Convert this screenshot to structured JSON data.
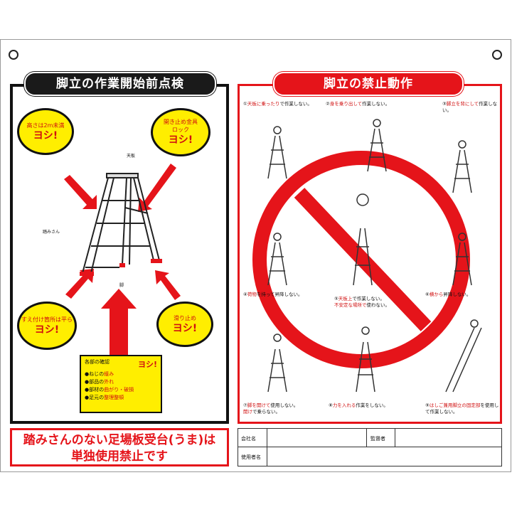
{
  "left_title": "脚立の作業開始前点検",
  "right_title": "脚立の禁止動作",
  "bubbles": {
    "top_left": {
      "line1": "高さは",
      "line1_num": "2m未満",
      "yoshi": "ヨシ!"
    },
    "top_right": {
      "line1": "開き止め金具",
      "line2": "ロック",
      "yoshi": "ヨシ!"
    },
    "bottom_left": {
      "line1": "すえ付け箇所は平ら",
      "yoshi": "ヨシ!"
    },
    "bottom_right": {
      "line1": "滑り止め",
      "yoshi": "ヨシ!"
    }
  },
  "ladder_labels": {
    "top": "天板",
    "step": "踏みさん",
    "foot": "脚"
  },
  "checklist": {
    "heading": "各部の確認",
    "yoshi": "ヨシ!",
    "items": [
      {
        "prefix": "●ねじの",
        "red": "緩み"
      },
      {
        "prefix": "●部品の",
        "red": "外れ"
      },
      {
        "prefix": "●部材の",
        "red": "曲がり・破損"
      },
      {
        "prefix": "●足元の",
        "red": "整理整頓"
      }
    ]
  },
  "bottom_warning": {
    "line1": "踏みさんのない足場板受台(うま)は",
    "line2": "単独使用禁止です"
  },
  "prohibitions": [
    {
      "num": "①",
      "red": "天板に乗ったり",
      "text": "で作業しない。"
    },
    {
      "num": "②",
      "red": "身を乗り出して",
      "text": "作業しない。"
    },
    {
      "num": "③",
      "red": "脚立を背にして",
      "text": "作業しない。"
    },
    {
      "num": "④",
      "red": "荷物",
      "text": "を持って昇降しない。"
    },
    {
      "num": "⑤",
      "red": "天板上",
      "text": "で作業しない。",
      "extra_red": "不安定な場所で",
      "extra": "使わない。"
    },
    {
      "num": "⑥",
      "red": "横から",
      "text": "昇降しない。"
    },
    {
      "num": "⑦",
      "red": "脚を開けて",
      "text": "使用しない。",
      "extra_red": "開け",
      "extra": "で乗らない。"
    },
    {
      "num": "⑧",
      "red": "力を入れる",
      "text": "作業をしない。"
    },
    {
      "num": "⑨",
      "red": "はしご兼用脚立の固定部",
      "text": "を使用して作業しない。"
    }
  ],
  "sign_table": {
    "company_label": "会社名",
    "manager_label": "監督者",
    "user_label": "使用者名"
  },
  "colors": {
    "red": "#e5141a",
    "yellow": "#ffee00",
    "black": "#111111"
  }
}
